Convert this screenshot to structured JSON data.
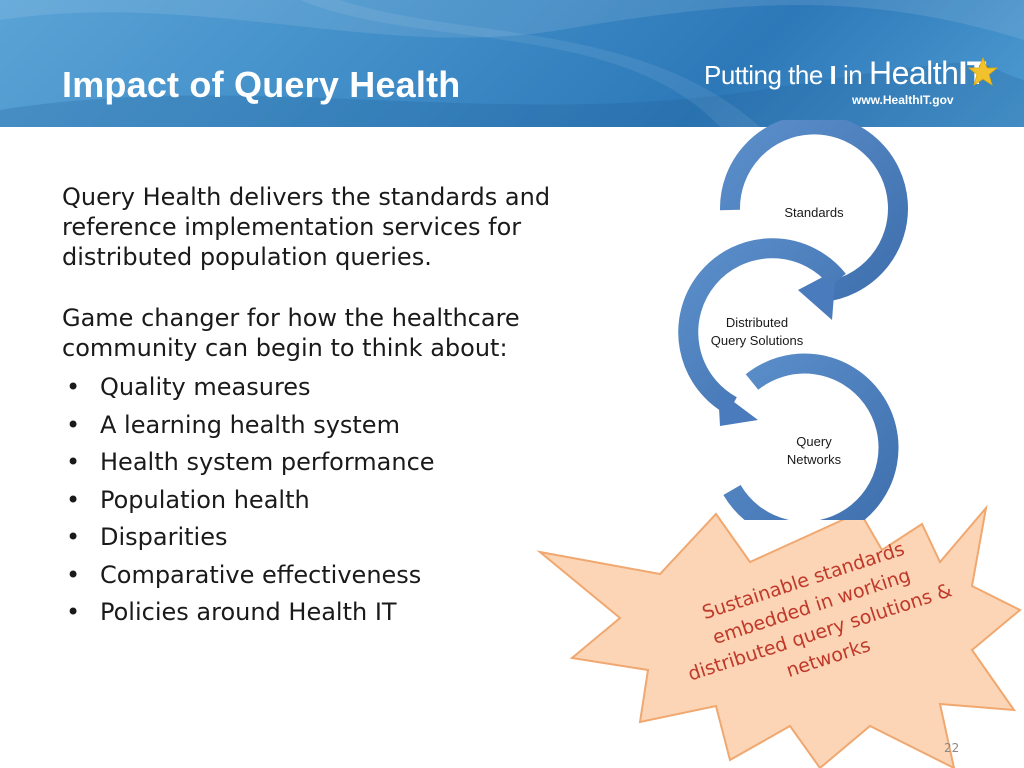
{
  "slide": {
    "title": "Impact of Query Health",
    "page_number": "22"
  },
  "logo": {
    "putting": "Putting the ",
    "i": "I",
    "in": " in ",
    "health": "Health",
    "it": "IT",
    "url": "www.HealthIT.gov"
  },
  "content": {
    "paragraph1": "Query Health delivers the standards and reference implementation services for distributed population queries.",
    "paragraph2": "Game changer for how the healthcare community can begin to think about:",
    "bullets": [
      "Quality measures",
      "A learning health system",
      "Health system performance",
      "Population health",
      "Disparities",
      "Comparative effectiveness",
      "Policies around Health IT"
    ]
  },
  "cycle": {
    "standards": "Standards",
    "distributed_line1": "Distributed",
    "distributed_line2": "Query Solutions",
    "query_line1": "Query",
    "query_line2": "Networks"
  },
  "callout": {
    "text": "Sustainable standards embedded in working distributed query solutions & networks"
  },
  "colors": {
    "header_blue": "#3f8cc7",
    "ring_blue": "#4f81bd",
    "burst_fill": "#fbd5b5",
    "burst_stroke": "#f0a870",
    "callout_text": "#c0392b"
  }
}
